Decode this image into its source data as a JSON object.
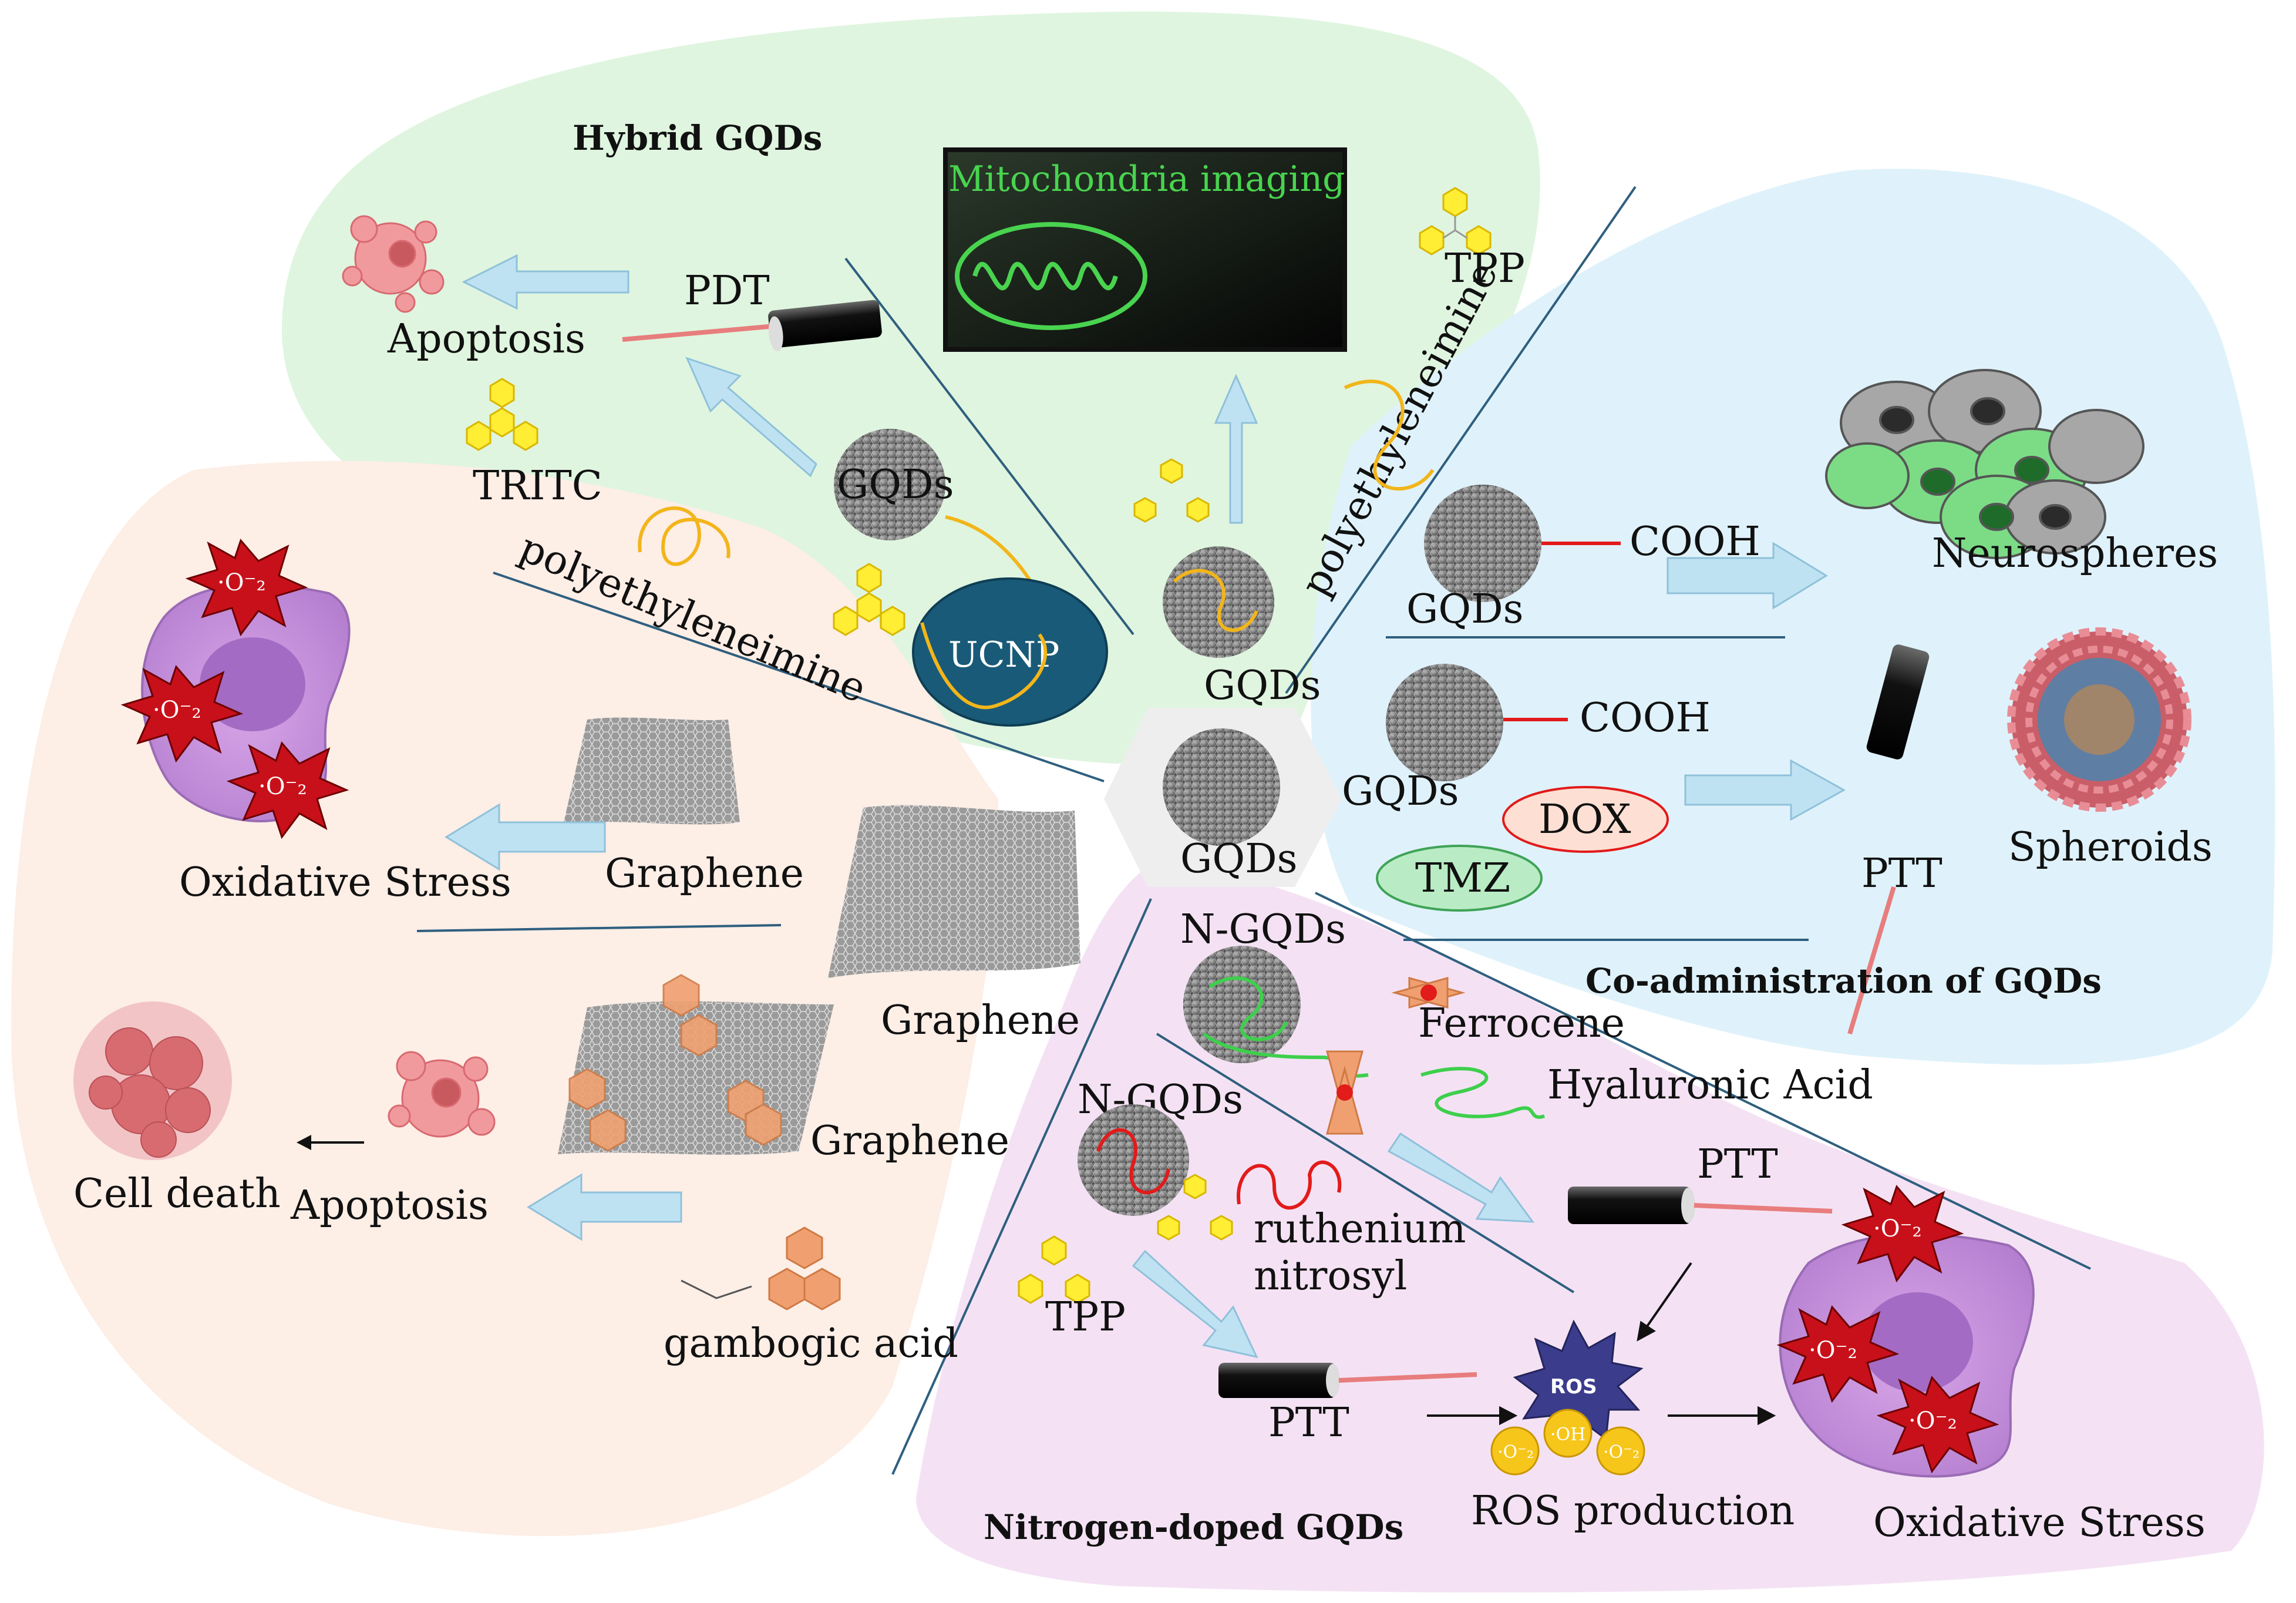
{
  "sections": {
    "hybrid": "Hybrid GQDs",
    "coadmin": "Co-administration of GQDs",
    "nitrogen": "Nitrogen-doped GQDs"
  },
  "labels": {
    "mito_imaging": "Mitochondria imaging",
    "tpp": "TPP",
    "pdt": "PDT",
    "apoptosis": "Apoptosis",
    "tritc": "TRITC",
    "gqds": "GQDs",
    "polyethyleneimine": "polyethyleneimine",
    "ucnp": "UCNP",
    "cooh": "COOH",
    "neurospheres": "Neurospheres",
    "dox": "DOX",
    "tmz": "TMZ",
    "ptt": "PTT",
    "spheroids": "Spheroids",
    "oxidative_stress": "Oxidative Stress",
    "graphene": "Graphene",
    "cell_death": "Cell death",
    "gambogic_acid": "gambogic acid",
    "n_gqds": "N-GQDs",
    "ferrocene": "Ferrocene",
    "hyaluronic_acid": "Hyaluronic Acid",
    "ruthenium_nitrosyl_1": "ruthenium",
    "ruthenium_nitrosyl_2": "nitrosyl",
    "ros_production": "ROS production",
    "ros": "ROS",
    "superoxide": "·O⁻₂",
    "hydroxyl": "·OH"
  },
  "colors": {
    "hybrid_bg": "#dff5df",
    "coadmin_bg": "#dff2fb",
    "nitrogen_bg": "#f4e2f4",
    "graphene_bg": "#fdeee6",
    "arrow_fill": "#bfe2f3",
    "arrow_stroke": "#8fc1da",
    "divider": "#2f5f7f",
    "ucnp": "#195a78",
    "red_star": "#c8101a",
    "laser": "#e87d7d",
    "polymer": "#f2b51a",
    "tmz": "#b9ecc4",
    "dox": "#fde0d3"
  }
}
